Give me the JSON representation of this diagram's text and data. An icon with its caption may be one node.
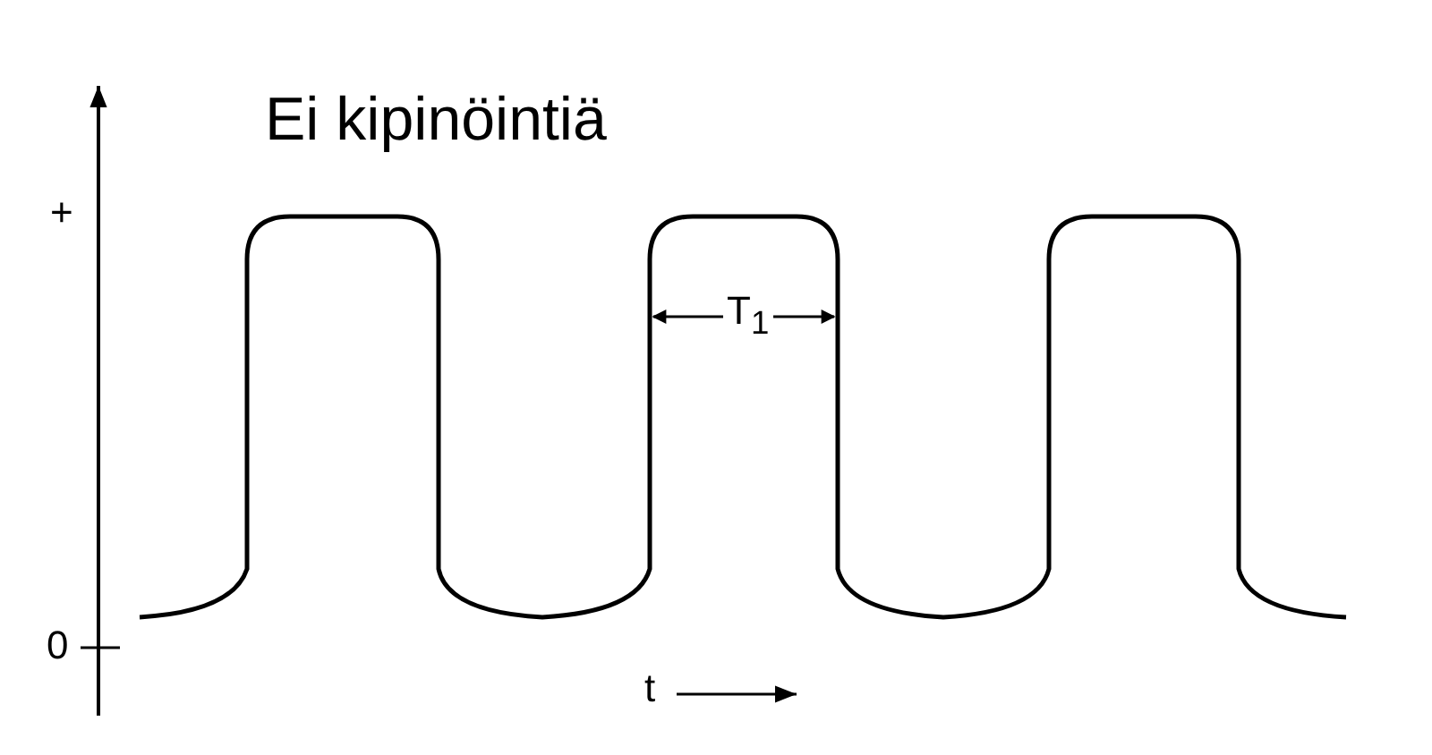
{
  "diagram": {
    "title": "Ei kipinöintiä",
    "labels": [
      "+",
      "0",
      "T$_{1}$",
      "t"
    ]
  }
}
